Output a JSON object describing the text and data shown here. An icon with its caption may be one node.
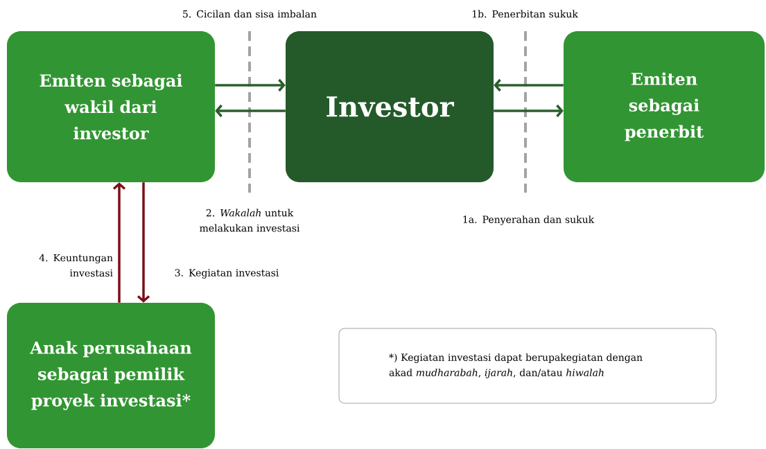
{
  "diagram": {
    "nodes": [
      {
        "text": [
          "Emiten sebagai wakil dari investor"
        ]
      },
      {
        "text": [
          "Investor"
        ]
      },
      {
        "text": [
          "Emiten sebagai penerbit"
        ]
      },
      {
        "text": [
          "Anak perusahaan sebagai pemilik proyek investasi*"
        ]
      },
      {
        "text": [
          "*) Kegiatan investasi dapat berupakegiatan dengan akad *mudharabah*, *ijarah*, dan/atau *hiwalah*"
        ]
      }
    ],
    "edges": [
      {
        "from": 0,
        "to": 1,
        "arrow": "to"
      },
      {
        "from": 1,
        "to": 0,
        "arrow": "to"
      },
      {
        "from": 2,
        "to": 1,
        "arrow": "to"
      },
      {
        "from": 1,
        "to": 2,
        "arrow": "to"
      },
      {
        "from": 3,
        "to": 0,
        "arrow": "to",
        "label": "4. Keuntungan investasi",
        "color": "#7a0f18"
      },
      {
        "from": 0,
        "to": 3,
        "arrow": "to",
        "label": "3. Kegiatan investasi",
        "color": "#7a0f18"
      }
    ],
    "labels": [
      "5. Cicilan dan sisa imbalan",
      "1b. Penerbitan sukuk",
      "2. *Wakalah* untuk melakukan investasi",
      "1a. Penyerahan dan sukuk"
    ]
  }
}
